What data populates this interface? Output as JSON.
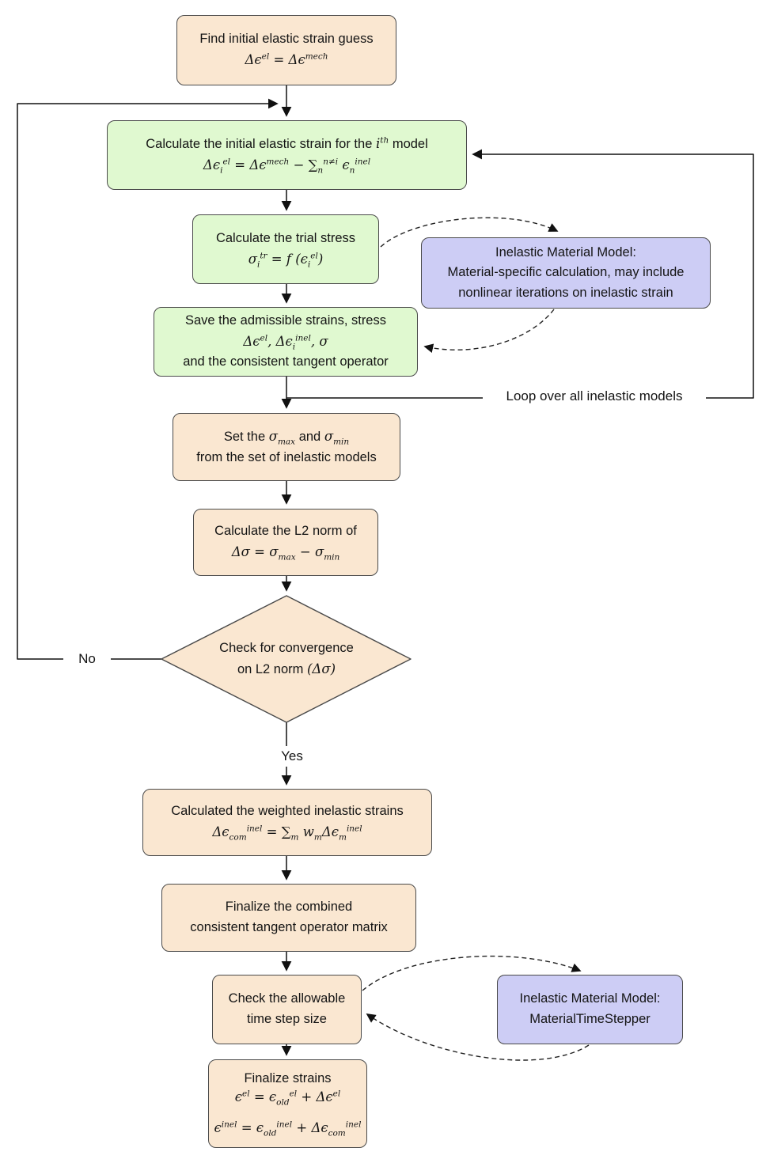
{
  "colors": {
    "process_fill": "#fae7d1",
    "model_step_fill": "#e0f9d0",
    "callout_fill": "#cdcdf5",
    "border": "#4a4a4a",
    "line": "#111111"
  },
  "labels": {
    "loop": "Loop over all inelastic models",
    "no": "No",
    "yes": "Yes"
  },
  "boxes": {
    "find_guess": {
      "lines": [
        [
          {
            "t": "Find initial elastic strain guess"
          }
        ],
        [
          {
            "math": "Δϵ^{el} = Δϵ^{mech}"
          }
        ]
      ]
    },
    "calc_initial_elastic": {
      "lines": [
        [
          {
            "t": "Calculate the initial elastic strain for the "
          },
          {
            "math": "i^{th}"
          },
          {
            "t": " model"
          }
        ],
        [
          {
            "math": "Δϵ_{i}^{el} = Δϵ^{mech} − ∑_{n}^{n≠i} ϵ_{n}^{inel}"
          }
        ]
      ]
    },
    "calc_trial_stress": {
      "lines": [
        [
          {
            "t": "Calculate the trial stress"
          }
        ],
        [
          {
            "math": "σ_{i}^{tr} = f (ϵ_{i}^{el})"
          }
        ]
      ]
    },
    "material_model_callout": {
      "lines": [
        [
          {
            "t": "Inelastic Material Model:"
          }
        ],
        [
          {
            "t": "Material-specific calculation, may include"
          }
        ],
        [
          {
            "t": "nonlinear iterations on inelastic strain"
          }
        ]
      ]
    },
    "save_admissible": {
      "lines": [
        [
          {
            "t": "Save the admissible strains, stress"
          }
        ],
        [
          {
            "math": "Δϵ^{el}, Δϵ_{i}^{inel}, σ"
          }
        ],
        [
          {
            "t": "and the consistent tangent operator"
          }
        ]
      ]
    },
    "set_sigma": {
      "lines": [
        [
          {
            "t": "Set the "
          },
          {
            "math": "σ_{max}"
          },
          {
            "t": " and "
          },
          {
            "math": "σ_{min}"
          }
        ],
        [
          {
            "t": "from the set of inelastic models"
          }
        ]
      ]
    },
    "l2_norm": {
      "lines": [
        [
          {
            "t": "Calculate the L2 norm of"
          }
        ],
        [
          {
            "math": "Δσ = σ_{max} − σ_{min}"
          }
        ]
      ]
    },
    "convergence_check": {
      "lines": [
        [
          {
            "t": "Check for convergence"
          }
        ],
        [
          {
            "t": "on L2 norm "
          },
          {
            "math": "(Δσ)"
          }
        ]
      ]
    },
    "weighted_strains": {
      "lines": [
        [
          {
            "t": "Calculated the weighted inelastic strains"
          }
        ],
        [
          {
            "math": "Δϵ_{com}^{inel} = ∑_{m} w_{m}Δϵ_{m}^{inel}"
          }
        ]
      ]
    },
    "finalize_tangent": {
      "lines": [
        [
          {
            "t": "Finalize the combined"
          }
        ],
        [
          {
            "t": "consistent tangent operator matrix"
          }
        ]
      ]
    },
    "check_timestep": {
      "lines": [
        [
          {
            "t": "Check the allowable"
          }
        ],
        [
          {
            "t": "time step size"
          }
        ]
      ]
    },
    "timestepper_callout": {
      "lines": [
        [
          {
            "t": "Inelastic Material Model:"
          }
        ],
        [
          {
            "t": "MaterialTimeStepper"
          }
        ]
      ]
    },
    "finalize_strains": {
      "lines": [
        [
          {
            "t": "Finalize strains"
          }
        ],
        [
          {
            "math": "ϵ^{el} = ϵ_{old}^{el} + Δϵ^{el}"
          }
        ],
        [
          {
            "t": ""
          }
        ],
        [
          {
            "math": "ϵ^{inel} = ϵ_{old}^{inel} + Δϵ_{com}^{inel}"
          }
        ]
      ]
    }
  }
}
